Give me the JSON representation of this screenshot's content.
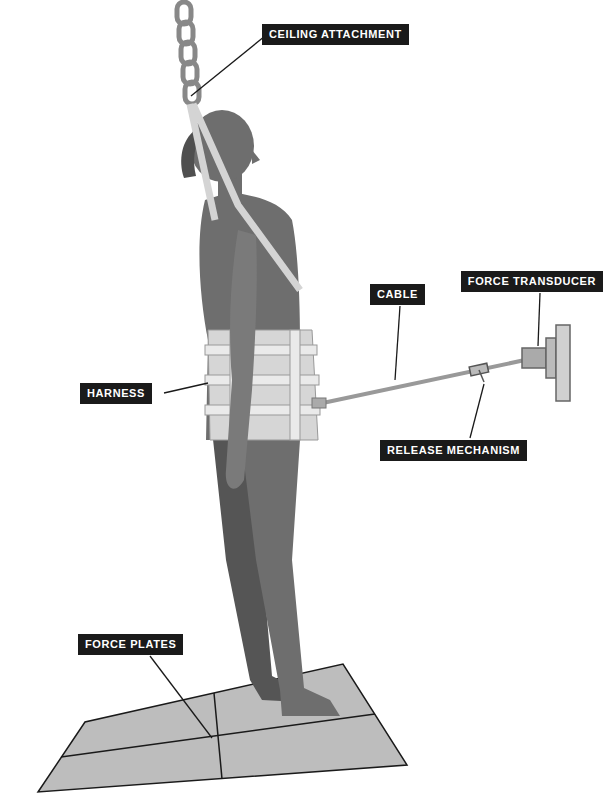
{
  "diagram": {
    "labels": [
      "CEILING ATTACHMENT",
      "CABLE",
      "FORCE TRANSDUCER",
      "HARNESS",
      "RELEASE MECHANISM",
      "FORCE PLATES"
    ]
  }
}
